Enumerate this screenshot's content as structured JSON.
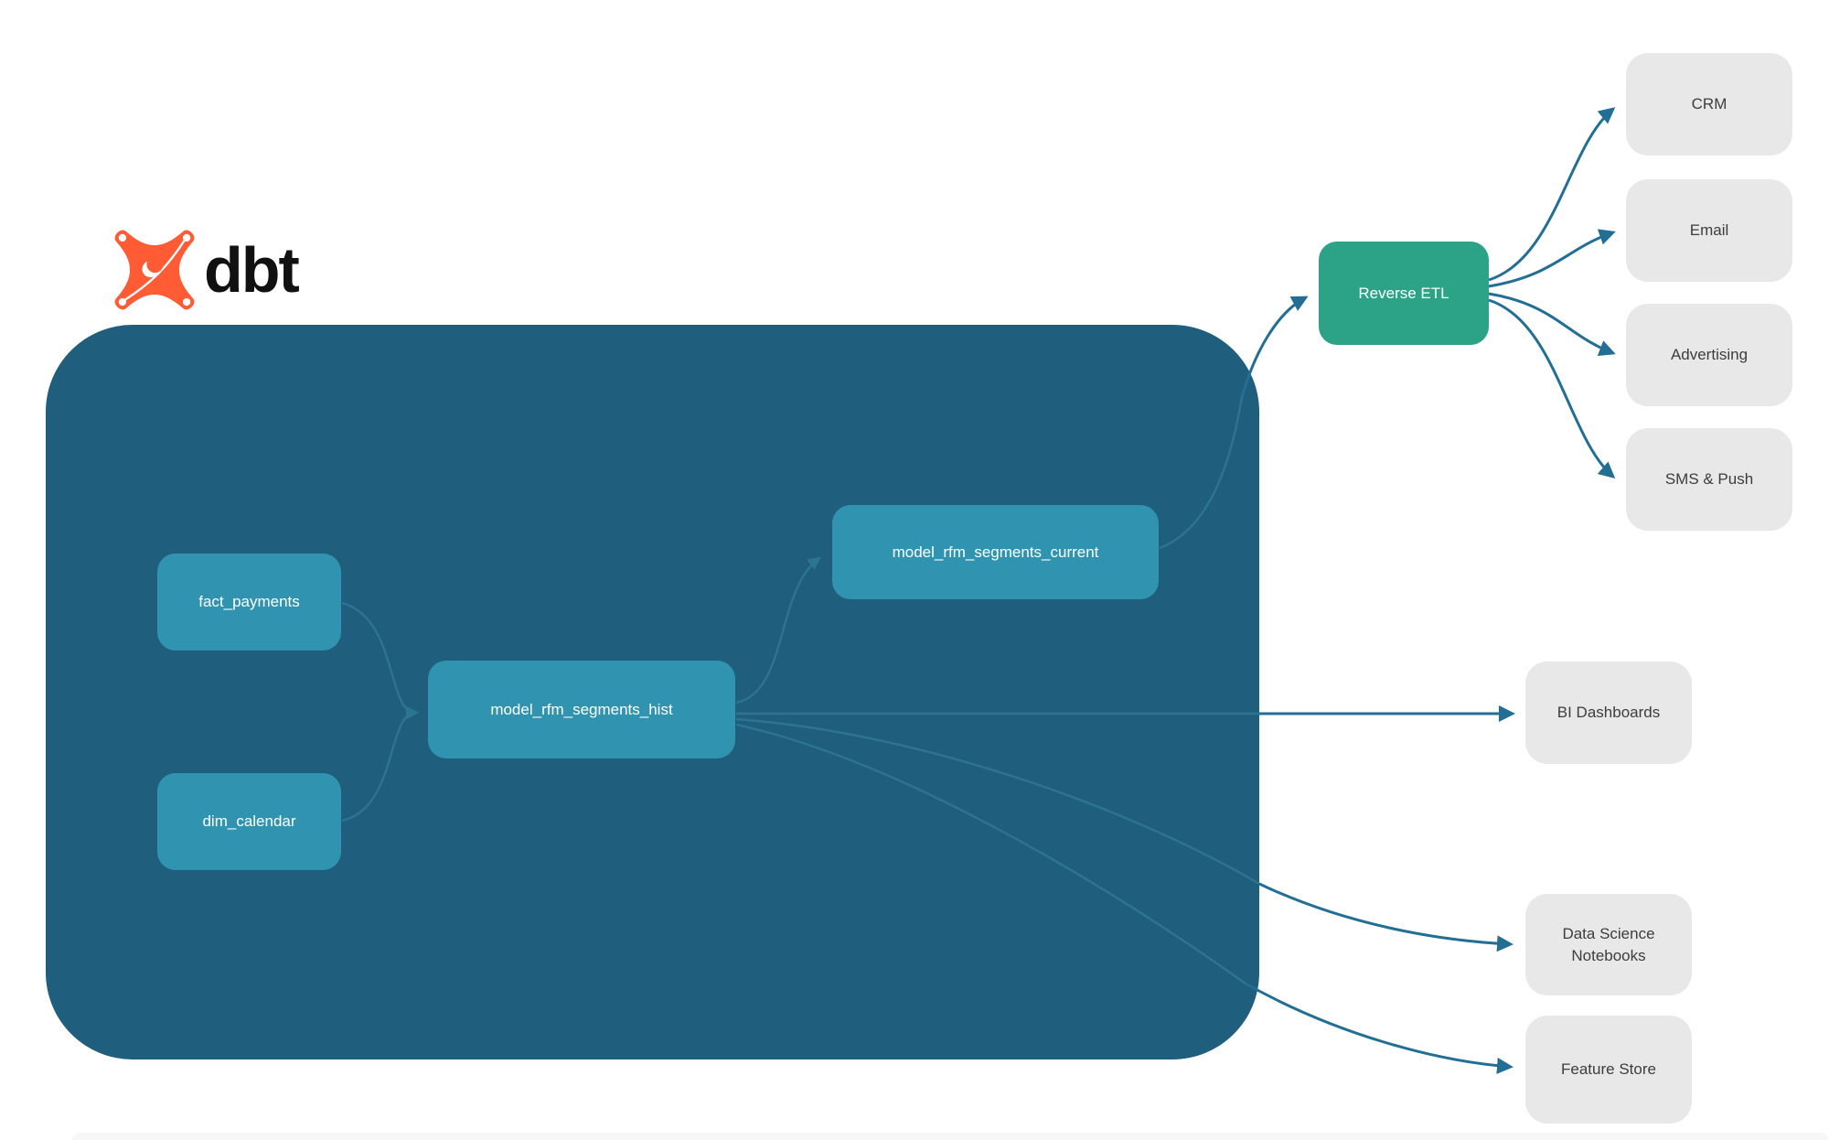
{
  "logo": {
    "brand": "dbt"
  },
  "colors": {
    "container_bg": "#205E7E",
    "model_node": "#3094B0",
    "reverse_etl_node": "#2CA386",
    "destination_node": "#E8E8E8",
    "edge_inside": "#2C7592",
    "edge_outside": "#226E94",
    "logo_orange": "#FF5C35",
    "text_dark": "#3D3D3D"
  },
  "nodes": {
    "fact_payments": {
      "label": "fact_payments"
    },
    "dim_calendar": {
      "label": "dim_calendar"
    },
    "hist": {
      "label": "model_rfm_segments_hist"
    },
    "current": {
      "label": "model_rfm_segments_current"
    },
    "reverse_etl": {
      "label": "Reverse ETL"
    },
    "crm": {
      "label": "CRM"
    },
    "email": {
      "label": "Email"
    },
    "advertising": {
      "label": "Advertising"
    },
    "sms_push": {
      "label": "SMS & Push"
    },
    "bi_dashboards": {
      "label": "BI Dashboards"
    },
    "ds_notebooks": {
      "label": "Data Science Notebooks"
    },
    "feature_store": {
      "label": "Feature Store"
    }
  },
  "edges": [
    {
      "from": "fact_payments",
      "to": "model_rfm_segments_hist"
    },
    {
      "from": "dim_calendar",
      "to": "model_rfm_segments_hist"
    },
    {
      "from": "model_rfm_segments_hist",
      "to": "model_rfm_segments_current"
    },
    {
      "from": "model_rfm_segments_hist",
      "to": "BI Dashboards"
    },
    {
      "from": "model_rfm_segments_hist",
      "to": "Data Science Notebooks"
    },
    {
      "from": "model_rfm_segments_hist",
      "to": "Feature Store"
    },
    {
      "from": "model_rfm_segments_current",
      "to": "Reverse ETL"
    },
    {
      "from": "Reverse ETL",
      "to": "CRM"
    },
    {
      "from": "Reverse ETL",
      "to": "Email"
    },
    {
      "from": "Reverse ETL",
      "to": "Advertising"
    },
    {
      "from": "Reverse ETL",
      "to": "SMS & Push"
    }
  ]
}
